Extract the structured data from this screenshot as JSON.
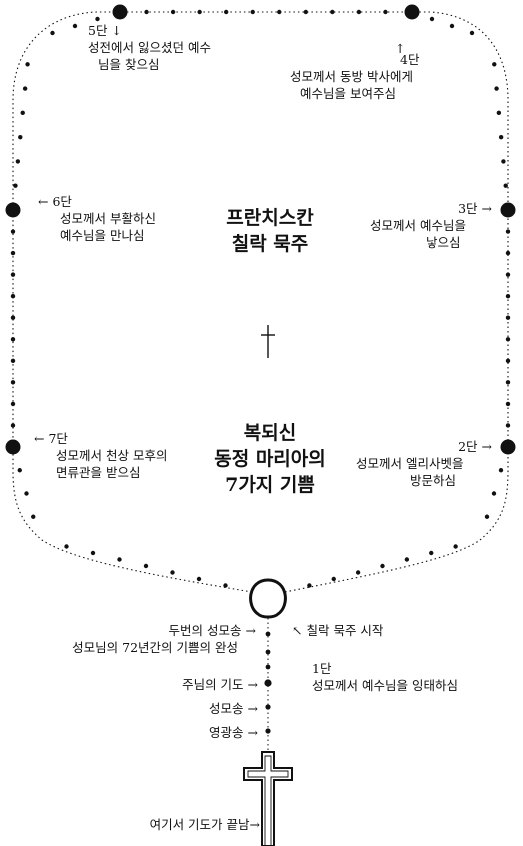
{
  "title_top": [
    "프란치스칸",
    "칠락 묵주"
  ],
  "title_bottom": [
    "복되신",
    "동정 마리아의",
    "7가지 기쁨"
  ],
  "decades": [
    {
      "num": "5단",
      "arrow": "↓",
      "lines": [
        "성전에서  잃으셨던  예수",
        "님을 찾으심"
      ]
    },
    {
      "num": "4단",
      "arrow": "↑",
      "lines": [
        "성모께서 동방 박사에게",
        "예수님을 보여주심"
      ]
    },
    {
      "num": "6단",
      "arrow": "←",
      "lines": [
        "성모께서 부활하신",
        "예수님을 만나심"
      ]
    },
    {
      "num": "3단",
      "arrow": "→",
      "lines": [
        "성모께서 예수님을",
        "낳으심"
      ]
    },
    {
      "num": "7단",
      "arrow": "←",
      "lines": [
        "성모께서 천상 모후의",
        "면류관을 받으심"
      ]
    },
    {
      "num": "2단",
      "arrow": "→",
      "lines": [
        "성모께서 엘리사벳을",
        "방문하심"
      ]
    }
  ],
  "first_decade": {
    "num": "1단",
    "text": "성모께서 예수님을 잉태하심"
  },
  "start": {
    "arrow": "↖",
    "text": "칠락 묵주 시작"
  },
  "pendant": {
    "two_hail": [
      "두번의 성모송",
      "성모님의 72년간의 기쁨의 완성"
    ],
    "our_father": "주님의 기도 →",
    "hail_mary": "성모송 →",
    "glory_be": "영광송 →",
    "end": "여기서 기도가 끝남→"
  },
  "colors": {
    "ink": "#111111",
    "paper": "#ffffff"
  },
  "icons": [
    "center-crucifix-icon",
    "pendant-cross-icon"
  ]
}
